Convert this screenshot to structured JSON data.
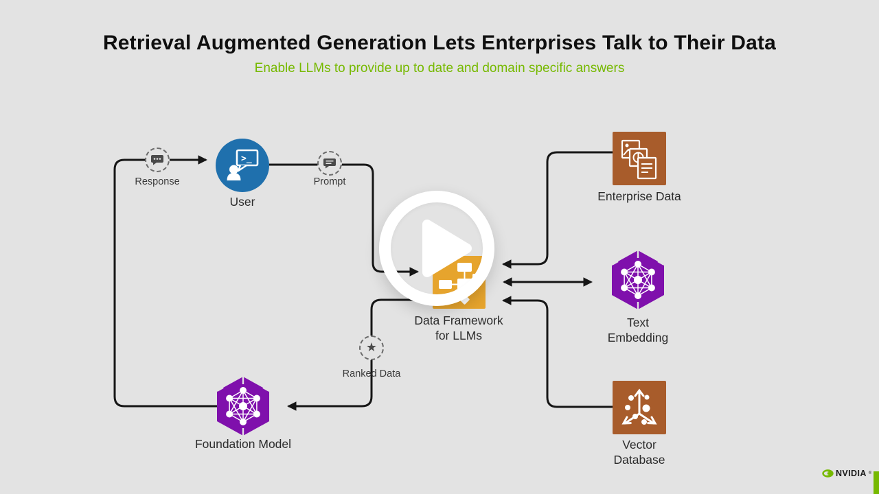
{
  "page": {
    "background": "#e3e3e3",
    "line_color": "#161616"
  },
  "header": {
    "title": "Retrieval Augmented Generation Lets Enterprises Talk to Their Data",
    "subtitle": "Enable LLMs to provide up to date and domain specific answers",
    "title_color": "#0f0f0f",
    "subtitle_color": "#76b900"
  },
  "nodes": {
    "user": {
      "label": "User",
      "color": "#1f70ad",
      "icon": "user-terminal-chat-icon"
    },
    "framework": {
      "label_lines": [
        "Data Framework",
        "for LLMs"
      ],
      "color": "#e6a42d",
      "icon": "flowchart-icon"
    },
    "enterprise_data": {
      "label": "Enterprise Data",
      "color": "#a85c2b",
      "icon": "documents-stack-icon"
    },
    "text_embedding": {
      "label_lines": [
        "Text",
        "Embedding"
      ],
      "color": "#7f10ac",
      "icon": "neural-network-hexagon-icon"
    },
    "vector_database": {
      "label_lines": [
        "Vector",
        "Database"
      ],
      "color": "#a85c2b",
      "icon": "vector-space-axes-icon"
    },
    "foundation_model": {
      "label": "Foundation Model",
      "color": "#7f10ac",
      "icon": "neural-network-hexagon-icon"
    }
  },
  "waypoints": {
    "response": {
      "label": "Response",
      "icon": "chat-dots-icon"
    },
    "prompt": {
      "label": "Prompt",
      "icon": "chat-lines-icon"
    },
    "ranked_data": {
      "label": "Ranked Data",
      "icon": "star-icon"
    }
  },
  "edges": [
    {
      "from": "foundation_model",
      "via": "response",
      "to": "user",
      "direction": "one-way"
    },
    {
      "from": "user",
      "via": "prompt",
      "to": "framework",
      "direction": "one-way"
    },
    {
      "from": "enterprise_data",
      "to": "framework",
      "direction": "one-way"
    },
    {
      "from": "framework",
      "to": "text_embedding",
      "direction": "two-way"
    },
    {
      "from": "vector_database",
      "to": "framework",
      "direction": "one-way"
    },
    {
      "from": "framework",
      "via": "ranked_data",
      "to": "foundation_model",
      "direction": "one-way"
    }
  ],
  "overlay": {
    "control": "play-video"
  },
  "footer": {
    "brand": "NVIDIA",
    "reg": "®",
    "accent_color": "#76b900"
  }
}
